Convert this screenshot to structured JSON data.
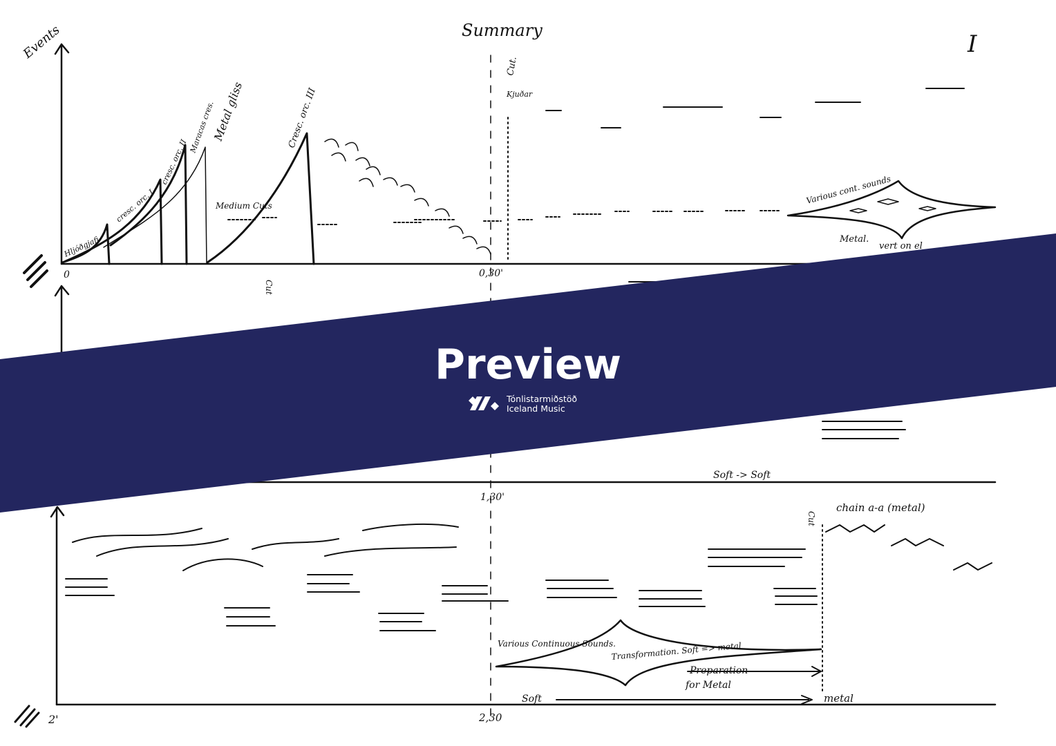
{
  "score": {
    "title": "Summary",
    "part_number": "I",
    "y_axis_label": "Events",
    "system1": {
      "time_start": "0",
      "time_mid": "0,30'",
      "labels": {
        "hljodgjafi": "Hljóðgjafi",
        "cresc1": "cresc. orc. I",
        "cresc2": "cresc. orc. II",
        "maracas": "Maracas cres.",
        "metal_gliss": "Metal gliss",
        "cresc3": "Cresc. orc. III",
        "medium_cuts": "Medium Cuts",
        "cut": "Cut.",
        "kjudar": "Kjuðar",
        "various": "Various cont. sounds",
        "metal": "Metal.",
        "vert": "vert on el"
      }
    },
    "system2": {
      "cut": "Cut",
      "dynamics": "Soft -> Soft",
      "time_end": "1,30'"
    },
    "system3": {
      "time_start": "2'",
      "time_mid": "2,30",
      "cut": "Cut",
      "chain": "chain a-a (metal)",
      "various": "Various Continuous Sounds.",
      "transformation": "Transformation. Soft => metal",
      "preparation": "Preparation",
      "for_metal": "for Metal",
      "soft_to_metal_start": "Soft",
      "soft_to_metal_end": "metal"
    }
  },
  "banner": {
    "title": "Preview",
    "logo_line1": "Tónlistarmiðstöð",
    "logo_line2": "Iceland Music",
    "color": "#23265f"
  }
}
